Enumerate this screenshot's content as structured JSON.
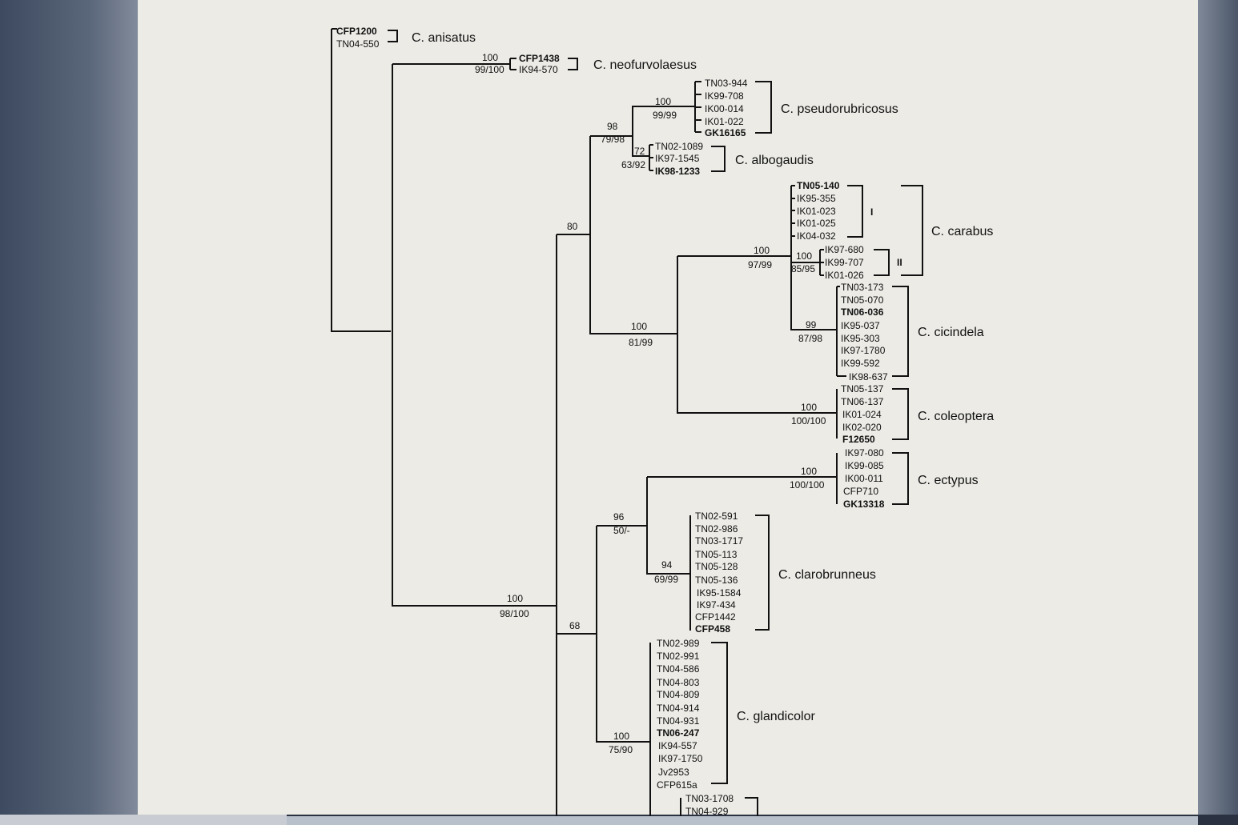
{
  "tree": {
    "tips": [
      [
        "CFP1200",
        "TN04-550"
      ],
      [
        "CFP1438",
        "IK94-570"
      ],
      [
        "TN03-944",
        "IK99-708",
        "IK00-014",
        "IK01-022",
        "GK16165"
      ],
      [
        "TN02-1089",
        "IK97-1545",
        "IK98-1233"
      ],
      [
        "TN05-140",
        "IK95-355",
        "IK01-023",
        "IK01-025",
        "IK04-032"
      ],
      [
        "IK97-680",
        "IK99-707",
        "IK01-026"
      ],
      [
        "TN03-173",
        "TN05-070",
        "TN06-036",
        "IK95-037",
        "IK95-303",
        "IK97-1780",
        "IK99-592",
        "IK98-637"
      ],
      [
        "TN05-137",
        "TN06-137",
        "IK01-024",
        "IK02-020",
        "F12650"
      ],
      [
        "IK97-080",
        "IK99-085",
        "IK00-011",
        "CFP710",
        "GK13318"
      ],
      [
        "TN02-591",
        "TN02-986",
        "TN03-1717",
        "TN05-113",
        "TN05-128",
        "TN05-136",
        "IK95-1584",
        "IK97-434",
        "CFP1442",
        "CFP458"
      ],
      [
        "TN02-989",
        "TN02-991",
        "TN04-586",
        "TN04-803",
        "TN04-809",
        "TN04-914",
        "TN04-931",
        "TN06-247",
        "IK94-557",
        "IK97-1750",
        "Jv2953",
        "CFP615a"
      ],
      [
        "TN03-1708",
        "TN04-929"
      ]
    ],
    "species": [
      "C. anisatus",
      "C. neofurvolaesus",
      "C. pseudorubricosus",
      "C. albogaudis",
      "C. carabus",
      "C. cicindela",
      "C. coleoptera",
      "C. ectypus",
      "C. clarobrunneus",
      "C. glandicolor"
    ],
    "subclades": [
      "I",
      "II"
    ],
    "support": {
      "neofurvolaesus": [
        "100",
        "99/100"
      ],
      "pseudorubricosus": [
        "100",
        "99/99"
      ],
      "pseudo_albo": [
        "98",
        "79/98"
      ],
      "albogaudis": [
        "72",
        "63/92"
      ],
      "upper_clade": [
        "80"
      ],
      "carabus_cicindela": [
        "100",
        "97/99"
      ],
      "carabus_II": [
        "100",
        "85/95"
      ],
      "cicindela": [
        "99",
        "87/98"
      ],
      "car_cic_col": [
        "100",
        "81/99"
      ],
      "coleoptera": [
        "100",
        "100/100"
      ],
      "ectypus": [
        "100",
        "100/100"
      ],
      "ect_clar": [
        "96",
        "50/-"
      ],
      "clarobrunneus": [
        "94",
        "69/99"
      ],
      "lower_clade": [
        "68"
      ],
      "glandicolor": [
        "100",
        "75/90"
      ],
      "ingroup": [
        "100",
        "98/100"
      ]
    }
  }
}
